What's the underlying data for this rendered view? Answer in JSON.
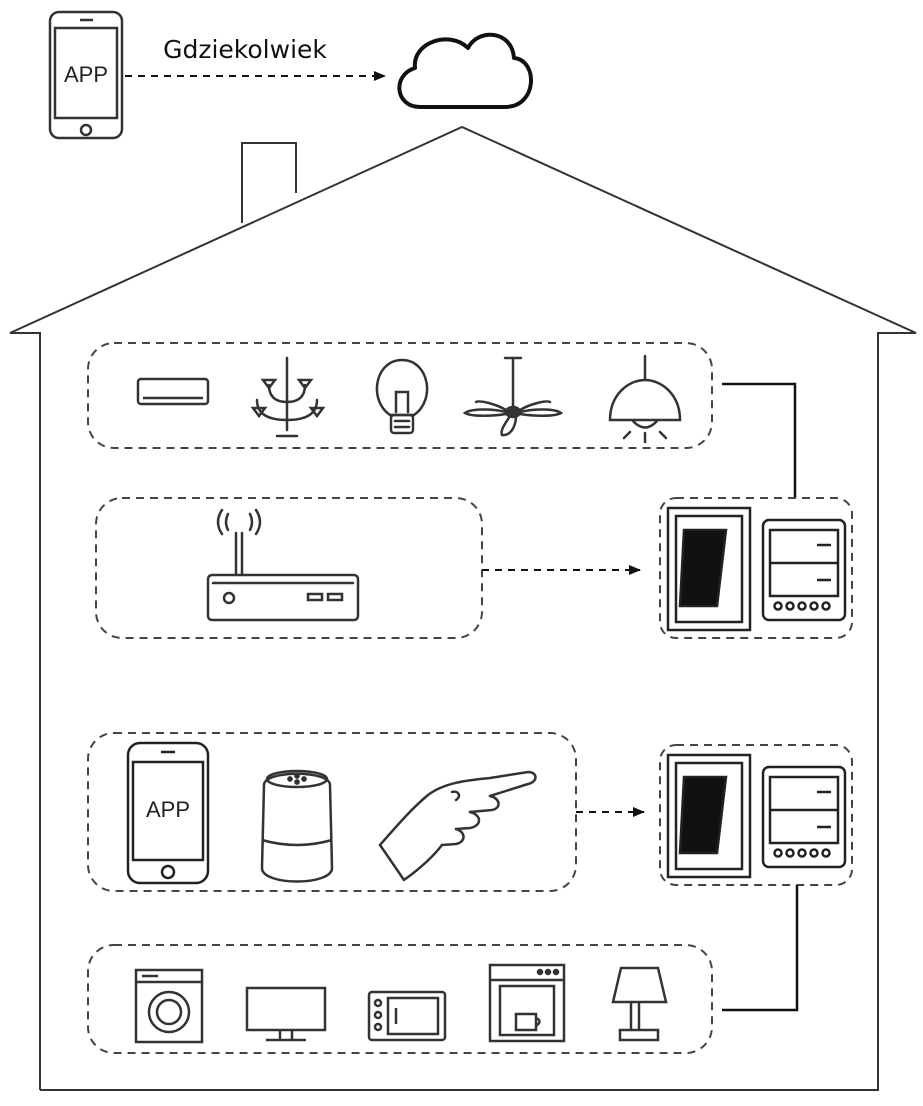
{
  "diagram": {
    "top_phone": {
      "label": "APP"
    },
    "remote_label": "Gdziekolwiek",
    "bottom_phone": {
      "label": "APP"
    },
    "icons": {
      "phone_top": "smartphone-icon",
      "cloud": "cloud-icon",
      "air_conditioner": "air-conditioner-icon",
      "chandelier": "chandelier-icon",
      "bulb": "light-bulb-icon",
      "ceiling_fan": "ceiling-fan-icon",
      "pendant_lamp": "pendant-lamp-icon",
      "router": "wifi-router-icon",
      "switch": "wall-switch-module-icon",
      "smart_speaker": "smart-speaker-icon",
      "hand": "pointing-hand-icon",
      "washing_machine": "washing-machine-icon",
      "tv": "tv-icon",
      "microwave": "microwave-icon",
      "coffee_machine": "coffee-machine-icon",
      "table_lamp": "table-lamp-icon"
    }
  }
}
